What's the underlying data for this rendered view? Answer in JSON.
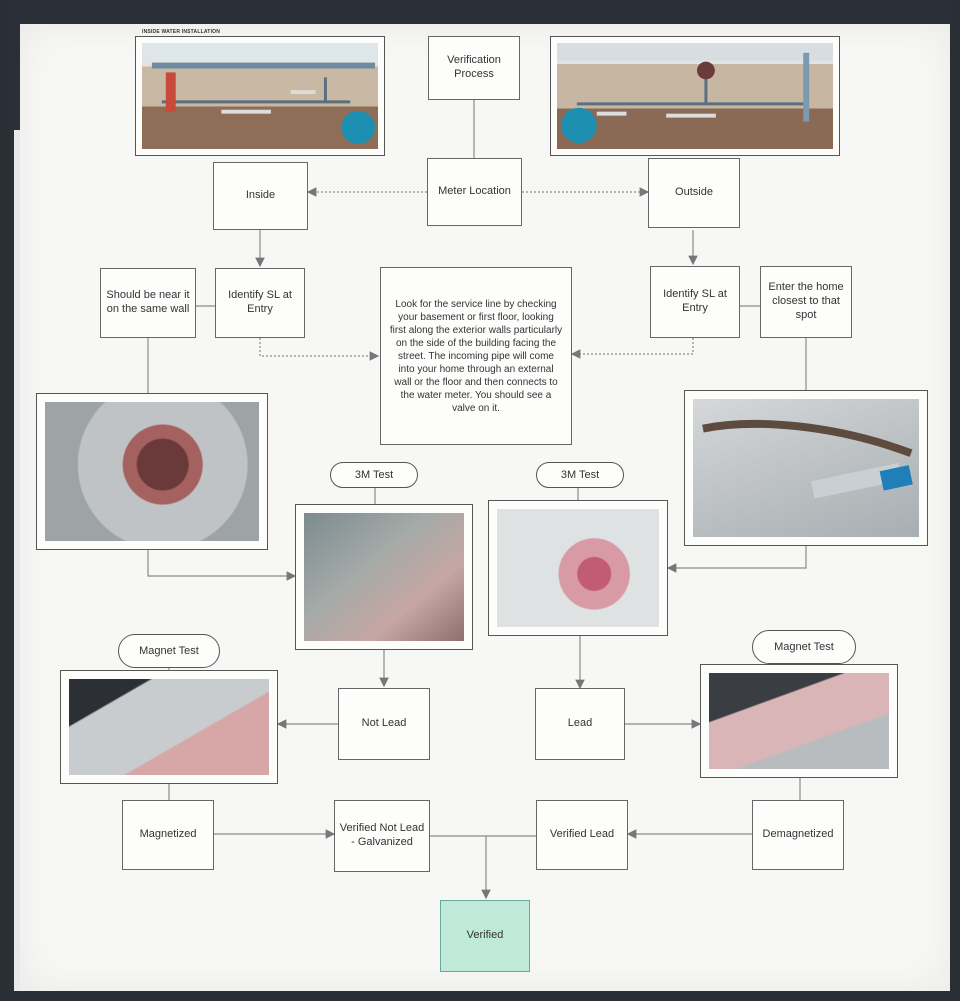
{
  "nodes": {
    "verification_process": "Verification Process",
    "meter_location": "Meter Location",
    "inside": "Inside",
    "outside": "Outside",
    "identify_sl_inside": "Identify SL at Entry",
    "identify_sl_outside": "Identify SL at Entry",
    "should_be_near": "Should be near it on the same wall",
    "enter_home": "Enter the home closest to that spot",
    "instructions": "Look for the service line by checking your basement or first floor, looking first along the exterior walls particularly on the side of the building facing the street. The incoming pipe will come into your home through an external wall or the floor and then connects to the water meter. You should see a valve on it.",
    "test_3m_left": "3M Test",
    "test_3m_right": "3M Test",
    "magnet_test_left": "Magnet Test",
    "magnet_test_right": "Magnet Test",
    "not_lead": "Not Lead",
    "lead": "Lead",
    "magnetized": "Magnetized",
    "demagnetized": "Demagnetized",
    "verified_not_lead": "Verified Not Lead - Galvanized",
    "verified_lead": "Verified Lead",
    "verified": "Verified"
  },
  "diagram_labels": {
    "inside_install": "INSIDE WATER INSTALLATION"
  },
  "colors": {
    "verified_fill": "#bfe9d8",
    "frame": "#2b3038"
  }
}
